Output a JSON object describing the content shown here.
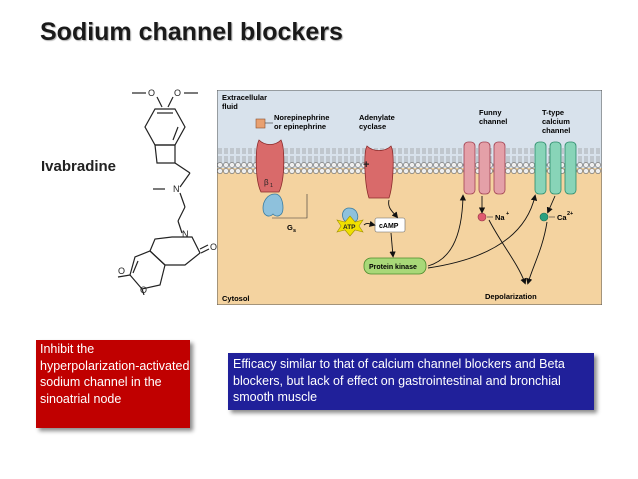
{
  "slide": {
    "title": "Sodium channel blockers",
    "drug_name": "Ivabradine",
    "structure_labels": {
      "n1": "N",
      "n2": "N",
      "o": "O",
      "methoxy_1": "O",
      "methoxy_2": "O",
      "methoxy_3": "O",
      "methoxy_4": "O"
    },
    "figure": {
      "extracellular": "Extracellular",
      "fluid": "fluid",
      "norepi_1": "Norepinephrine",
      "norepi_2": "or epinephrine",
      "adenylate_1": "Adenylate",
      "adenylate_2": "cyclase",
      "funny_1": "Funny",
      "funny_2": "channel",
      "ttype_1": "T-type",
      "ttype_2": "calcium",
      "ttype_3": "channel",
      "beta": "β",
      "beta_sub": "1",
      "gs": "G",
      "gs_sub": "s",
      "atp": "ATP",
      "camp": "cAMP",
      "protein_kinase": "Protein kinase",
      "na": "Na",
      "na_sup": "+",
      "ca": "Ca",
      "ca_sup": "2+",
      "cytosol": "Cytosol",
      "depolarization": "Depolarization",
      "plus": "+"
    },
    "mechanism_box": "Inhibit the hyperpolarization-activated sodium channel in the sinoatrial node",
    "effects_box": "Efficacy similar to that of calcium channel blockers and Beta blockers, but lack of effect on gastrointestinal and bronchial smooth muscle"
  },
  "colors": {
    "mechanism_bg": "#c00000",
    "effects_bg": "#20209a",
    "extracellular_bg": "#d8e2ec",
    "cytosol_bg": "#f4d3a0"
  }
}
